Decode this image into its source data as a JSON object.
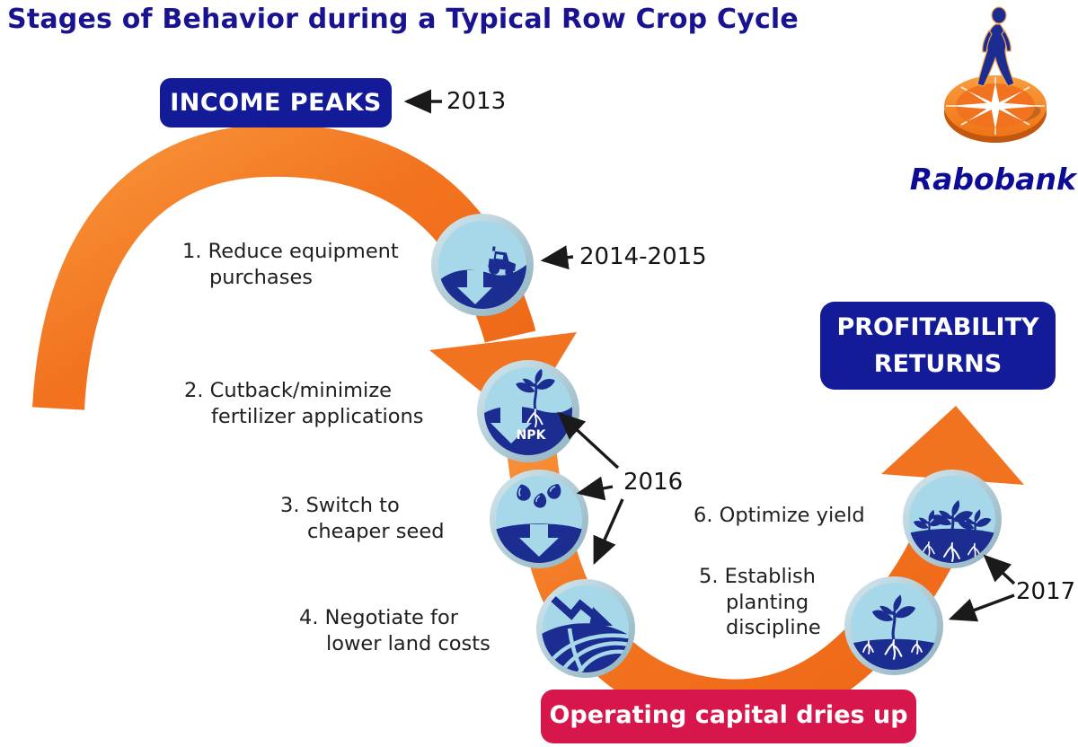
{
  "title": "Stages of Behavior during a Typical Row Crop Cycle",
  "logo": {
    "wordmark": "Rabobank",
    "mark_icons": [
      "walking-man-icon",
      "compass-disc-icon"
    ]
  },
  "badges": {
    "income_peaks": "INCOME PEAKS",
    "profitability_line1": "PROFITABILITY",
    "profitability_line2": "RETURNS",
    "operating_capital": "Operating capital dries up"
  },
  "years": {
    "y2013": "2013",
    "y2014_2015": "2014-2015",
    "y2016": "2016",
    "y2017": "2017"
  },
  "stages": [
    {
      "icon": "tractor-decline-icon",
      "lines": [
        "1. Reduce equipment",
        "purchases"
      ]
    },
    {
      "icon": "fertilizer-npk-icon",
      "lines": [
        "2. Cutback/minimize",
        "fertilizer applications"
      ]
    },
    {
      "icon": "seeds-down-icon",
      "lines": [
        "3. Switch to",
        "cheaper seed"
      ]
    },
    {
      "icon": "land-cost-decline-icon",
      "lines": [
        "4. Negotiate for",
        "lower land costs"
      ]
    },
    {
      "icon": "single-plant-icon",
      "lines": [
        "5. Establish",
        "planting",
        "discipline"
      ]
    },
    {
      "icon": "three-plants-icon",
      "lines": [
        "6. Optimize yield"
      ]
    }
  ],
  "icons": {
    "npk_label": "NPK"
  },
  "colors": {
    "title_blue": "#1a1391",
    "badge_navy": "#141b99",
    "badge_red": "#d7174b",
    "arc_orange": "#f2731f",
    "circle_light_blue": "#a7d8e9",
    "icon_navy": "#1b2d91",
    "arrow_black": "#1a1a1a"
  }
}
